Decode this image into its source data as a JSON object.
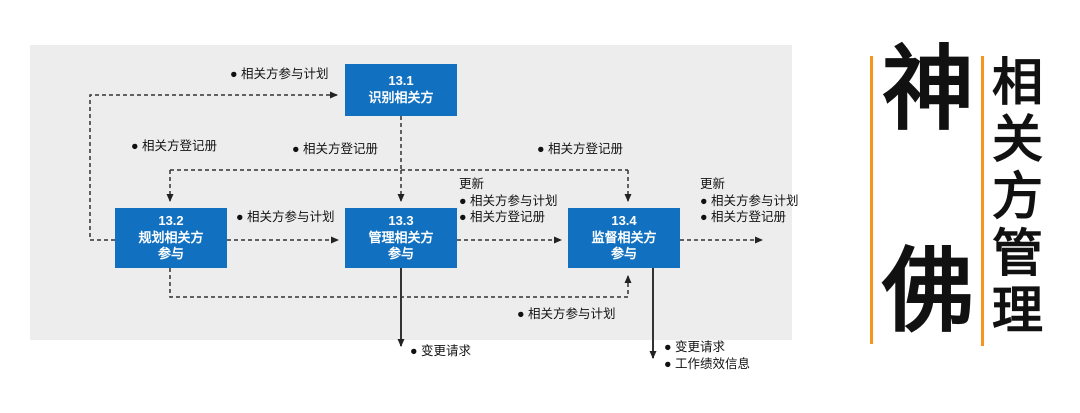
{
  "diagram": {
    "boxes": [
      {
        "id": "13.1",
        "name": "识别相关方"
      },
      {
        "id": "13.2",
        "name": "规划相关方参与"
      },
      {
        "id": "13.3",
        "name": "管理相关方参与"
      },
      {
        "id": "13.4",
        "name": "监督相关方参与"
      }
    ],
    "labels": {
      "plan_to_identify": "● 相关方参与计划",
      "register_left": "● 相关方登记册",
      "register_center": "● 相关方登记册",
      "register_right": "● 相关方登记册",
      "plan_between": "● 相关方参与计划",
      "plan_bottom": "● 相关方参与计划",
      "change_request": "● 变更请求",
      "monitor_out_1": "● 变更请求",
      "monitor_out_2": "● 工作绩效信息",
      "update_mid": {
        "title": "更新",
        "item1": "● 相关方参与计划",
        "item2": "● 相关方登记册"
      },
      "update_right": {
        "title": "更新",
        "item1": "● 相关方参与计划",
        "item2": "● 相关方登记册"
      }
    }
  },
  "sidebar": {
    "brand_top": "神",
    "brand_bottom": "佛",
    "vertical_title": "相关方管理"
  },
  "colors": {
    "process_blue": "#1170c0",
    "accent_orange": "#f7941e",
    "panel_gray": "#ededed",
    "line_color": "#333333"
  }
}
